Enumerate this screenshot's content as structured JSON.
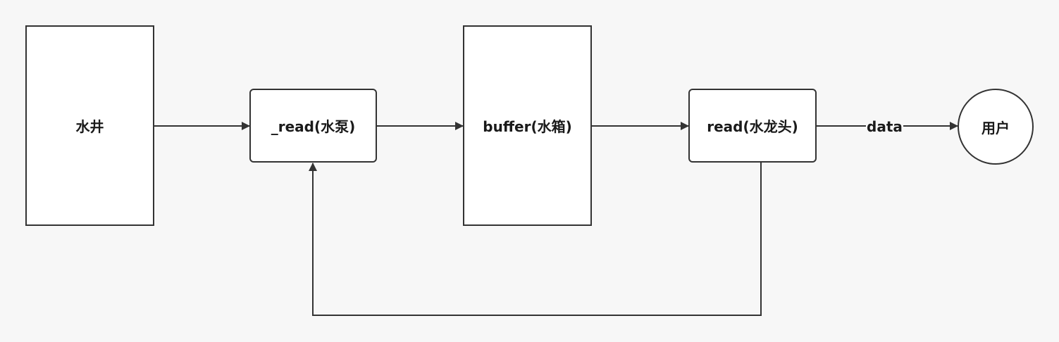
{
  "nodes": {
    "well": "水井",
    "pump": "_read(水泵)",
    "tank": "buffer(水箱)",
    "faucet": "read(水龙头)",
    "user": "用户"
  },
  "edges": {
    "faucet_to_user_label": "data"
  },
  "colors": {
    "background": "#f7f7f7",
    "stroke": "#333333",
    "fill": "#ffffff",
    "text": "#1a1a1a"
  }
}
